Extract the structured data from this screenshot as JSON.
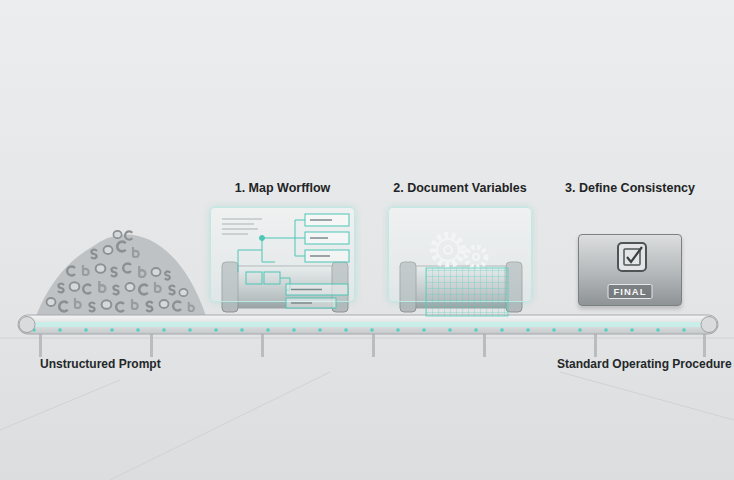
{
  "diagram": {
    "nodes": [
      {
        "text": [
          "1. Map Worfflow"
        ]
      },
      {
        "text": [
          "2. Document Variables"
        ]
      },
      {
        "text": [
          "3. Define Consistency",
          "FINAL"
        ]
      }
    ],
    "labels": [
      "Unstructured Prompt",
      "Standard Operating Procedure"
    ]
  }
}
